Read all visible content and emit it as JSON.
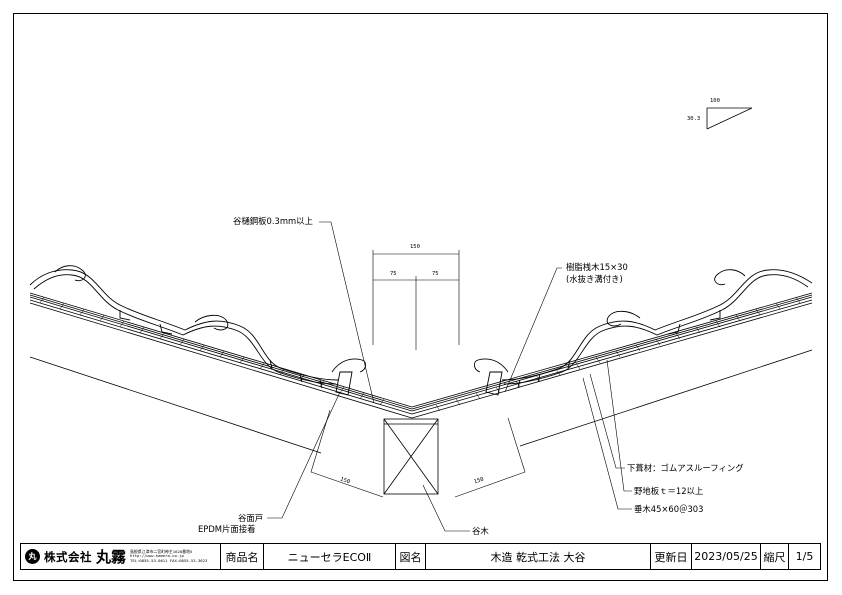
{
  "labels": {
    "valley_gutter": "谷樋鋼板0.3mm以上",
    "resin_batten_1": "樹脂桟木15×30",
    "resin_batten_2": "(水抜き溝付き)",
    "underlay": "下葺材：ゴムアスルーフィング",
    "sheathing": "野地板ｔ＝12以上",
    "rafter": "垂木45×60＠303",
    "valley_face_1": "谷面戸",
    "valley_face_2": "EPDM片面接着",
    "valley_rafter": "谷木"
  },
  "dimensions": {
    "total_width": "150",
    "half_left": "75",
    "half_right": "75",
    "left_slope": "150",
    "right_slope": "150",
    "pitch_run": "100",
    "pitch_rise": "30.3"
  },
  "titleblock": {
    "logo_mark": "丸",
    "company_name": "株式会社",
    "company_big": "丸霧",
    "address_1": "島根県江津市二宮町神主1620番地5",
    "address_2": "http://www.kamera.co.jp",
    "address_3": "TEL:0855-53-0611 FAX:0855-53-3623",
    "product_label": "商品名",
    "product_value": "ニューセラECOⅡ",
    "drawing_label": "図名",
    "drawing_value": "木造 乾式工法 大谷",
    "updated_label": "更新日",
    "updated_value": "2023/05/25",
    "scale_label": "縮尺",
    "scale_value": "1/5"
  }
}
